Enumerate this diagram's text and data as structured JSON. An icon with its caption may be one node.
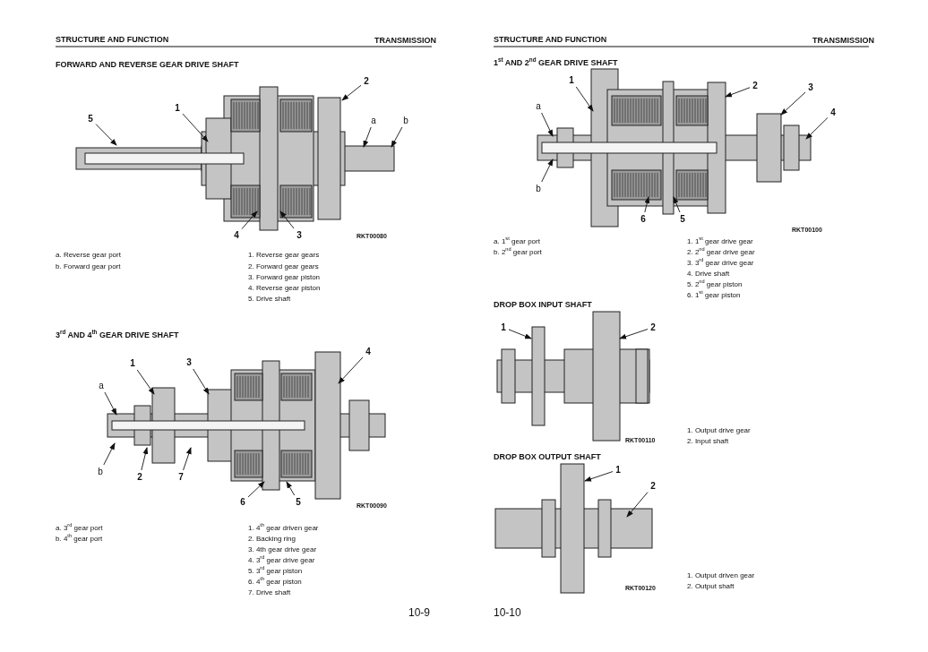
{
  "diagram": {
    "nodes": [
      {
        "text": [
          "1"
        ]
      },
      {
        "text": [
          "2"
        ]
      },
      {
        "text": [
          "5"
        ]
      },
      {
        "text": [
          "a"
        ]
      },
      {
        "text": [
          "b"
        ]
      },
      {
        "text": [
          "4"
        ]
      },
      {
        "text": [
          "3"
        ]
      },
      {
        "text": [
          "1"
        ]
      },
      {
        "text": [
          "3"
        ]
      },
      {
        "text": [
          "4"
        ]
      },
      {
        "text": [
          "a"
        ]
      },
      {
        "text": [
          "b"
        ]
      },
      {
        "text": [
          "2"
        ]
      },
      {
        "text": [
          "7"
        ]
      },
      {
        "text": [
          "6"
        ]
      },
      {
        "text": [
          "5"
        ]
      },
      {
        "text": [
          "1"
        ]
      },
      {
        "text": [
          "2"
        ]
      },
      {
        "text": [
          "3"
        ]
      },
      {
        "text": [
          "a"
        ]
      },
      {
        "text": [
          "4"
        ]
      },
      {
        "text": [
          "b"
        ]
      },
      {
        "text": [
          "6"
        ]
      },
      {
        "text": [
          "5"
        ]
      },
      {
        "text": [
          "1"
        ]
      },
      {
        "text": [
          "2"
        ]
      },
      {
        "text": [
          "1"
        ]
      },
      {
        "text": [
          "2"
        ]
      }
    ],
    "edges": [
      {
        "from": 0,
        "to": null,
        "arrow": "to"
      },
      {
        "from": 1,
        "to": null,
        "arrow": "to"
      },
      {
        "from": 2,
        "to": null,
        "arrow": "to"
      },
      {
        "from": 3,
        "to": null,
        "arrow": "to"
      },
      {
        "from": 4,
        "to": null,
        "arrow": "to"
      },
      {
        "from": 5,
        "to": null,
        "arrow": "to"
      },
      {
        "from": 6,
        "to": null,
        "arrow": "to"
      },
      {
        "from": 7,
        "to": null,
        "arrow": "to"
      },
      {
        "from": 8,
        "to": null,
        "arrow": "to"
      },
      {
        "from": 9,
        "to": null,
        "arrow": "to"
      },
      {
        "from": 10,
        "to": null,
        "arrow": "to"
      },
      {
        "from": 11,
        "to": null,
        "arrow": "to"
      },
      {
        "from": 12,
        "to": null,
        "arrow": "to"
      },
      {
        "from": 13,
        "to": null,
        "arrow": "to"
      },
      {
        "from": 14,
        "to": null,
        "arrow": "to"
      },
      {
        "from": 15,
        "to": null,
        "arrow": "to"
      },
      {
        "from": 16,
        "to": null,
        "arrow": "to"
      },
      {
        "from": 17,
        "to": null,
        "arrow": "to"
      },
      {
        "from": 18,
        "to": null,
        "arrow": "to"
      },
      {
        "from": 19,
        "to": null,
        "arrow": "to"
      },
      {
        "from": 20,
        "to": null,
        "arrow": "to"
      },
      {
        "from": 21,
        "to": null,
        "arrow": "to"
      },
      {
        "from": 22,
        "to": null,
        "arrow": "to"
      },
      {
        "from": 23,
        "to": null,
        "arrow": "to"
      },
      {
        "from": 24,
        "to": null,
        "arrow": "to"
      },
      {
        "from": 25,
        "to": null,
        "arrow": "to"
      },
      {
        "from": 26,
        "to": null,
        "arrow": "to"
      },
      {
        "from": 27,
        "to": null,
        "arrow": "to"
      }
    ],
    "labels": [
      "STRUCTURE AND FUNCTION",
      "TRANSMISSION",
      "FORWARD AND REVERSE GEAR DRIVE SHAFT",
      "RKT00080",
      "a. Reverse gear port",
      "b. Forward gear port",
      "1. Reverse gear gears",
      "2. Forward gear gears",
      "3. Forward gear piston",
      "4. Reverse gear piston",
      "5. Drive shaft",
      "3$^{rd}$ AND 4$^{th}$ GEAR DRIVE SHAFT",
      "RKT00090",
      "a. 3$^{rd}$ gear port",
      "b. 4$^{th}$ gear port",
      "1. 4$^{th}$ gear driven gear",
      "2. Backing ring",
      "3. 4th gear drive gear",
      "4. 3$^{rd}$ gear drive gear",
      "5. 3$^{rd}$ gear piston",
      "6. 4$^{th}$ gear piston",
      "7. Drive shaft",
      "10-9",
      "STRUCTURE AND FUNCTION",
      "TRANSMISSION",
      "1$^{st}$ AND 2$^{nd}$ GEAR DRIVE SHAFT",
      "RKT00100",
      "a. 1$^{st}$ gear port",
      "b. 2$^{nd}$ gear port",
      "1. 1$^{st}$ gear drive gear",
      "2. 2$^{nd}$ gear drive gear",
      "3. 3$^{rd}$ gear drive gear",
      "4. Drive shaft",
      "5. 2$^{nd}$ gear piston",
      "6. 1$^{st}$ gear piston",
      "DROP BOX INPUT SHAFT",
      "RKT00110",
      "1. Output drive gear",
      "2. Input shaft",
      "DROP BOX OUTPUT SHAFT",
      "RKT00120",
      "1. Output driven gear",
      "2. Output shaft",
      "10-10"
    ]
  }
}
